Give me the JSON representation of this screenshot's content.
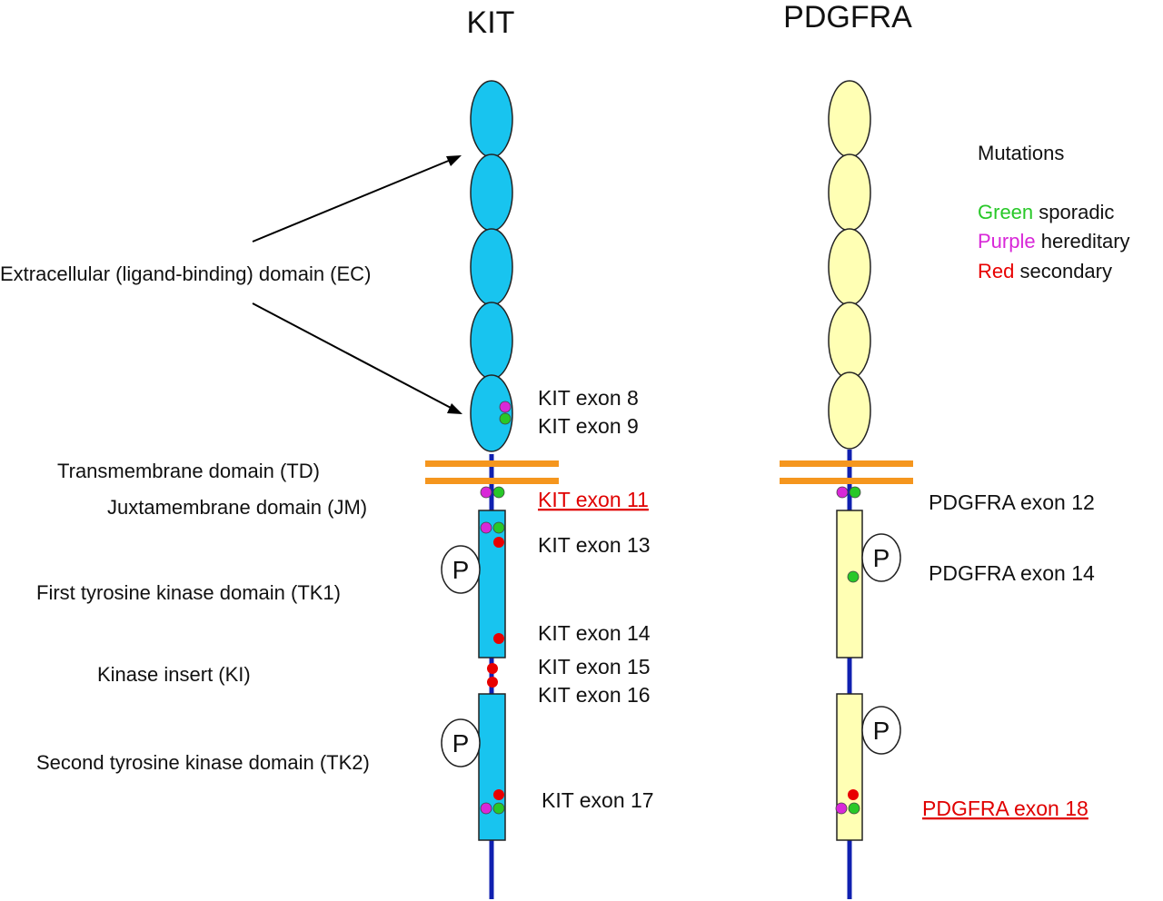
{
  "titles": {
    "kit": "KIT",
    "pdgfra": "PDGFRA"
  },
  "colors": {
    "kit_fill": "#18c4ef",
    "pdgfra_fill": "#ffffb4",
    "backbone": "#1020b0",
    "membrane": "#f5961e",
    "sporadic": "#28c828",
    "hereditary": "#d828d8",
    "secondary": "#e80000",
    "highlight_text": "#e00000"
  },
  "domains": {
    "ec": "Extracellular (ligand-binding) domain (EC)",
    "td": "Transmembrane domain (TD)",
    "jm": "Juxtamembrane domain (JM)",
    "tk1": "First tyrosine kinase domain (TK1)",
    "ki": "Kinase insert (KI)",
    "tk2": "Second tyrosine kinase domain (TK2)"
  },
  "phospho_label": "P",
  "kit_exons": {
    "e8": "KIT exon 8",
    "e9": "KIT exon 9",
    "e11": "KIT exon 11",
    "e13": "KIT exon 13",
    "e14": "KIT exon 14",
    "e15": "KIT exon 15",
    "e16": "KIT exon 16",
    "e17": "KIT exon 17"
  },
  "pdgfra_exons": {
    "e12": "PDGFRA exon 12",
    "e14": "PDGFRA exon 14",
    "e18": "PDGFRA exon 18"
  },
  "legend": {
    "title": "Mutations",
    "items": [
      {
        "color_word": "Green",
        "meaning": "sporadic",
        "color": "#28c828"
      },
      {
        "color_word": "Purple",
        "meaning": "hereditary",
        "color": "#d828d8"
      },
      {
        "color_word": "Red",
        "meaning": "secondary",
        "color": "#e80000"
      }
    ]
  }
}
